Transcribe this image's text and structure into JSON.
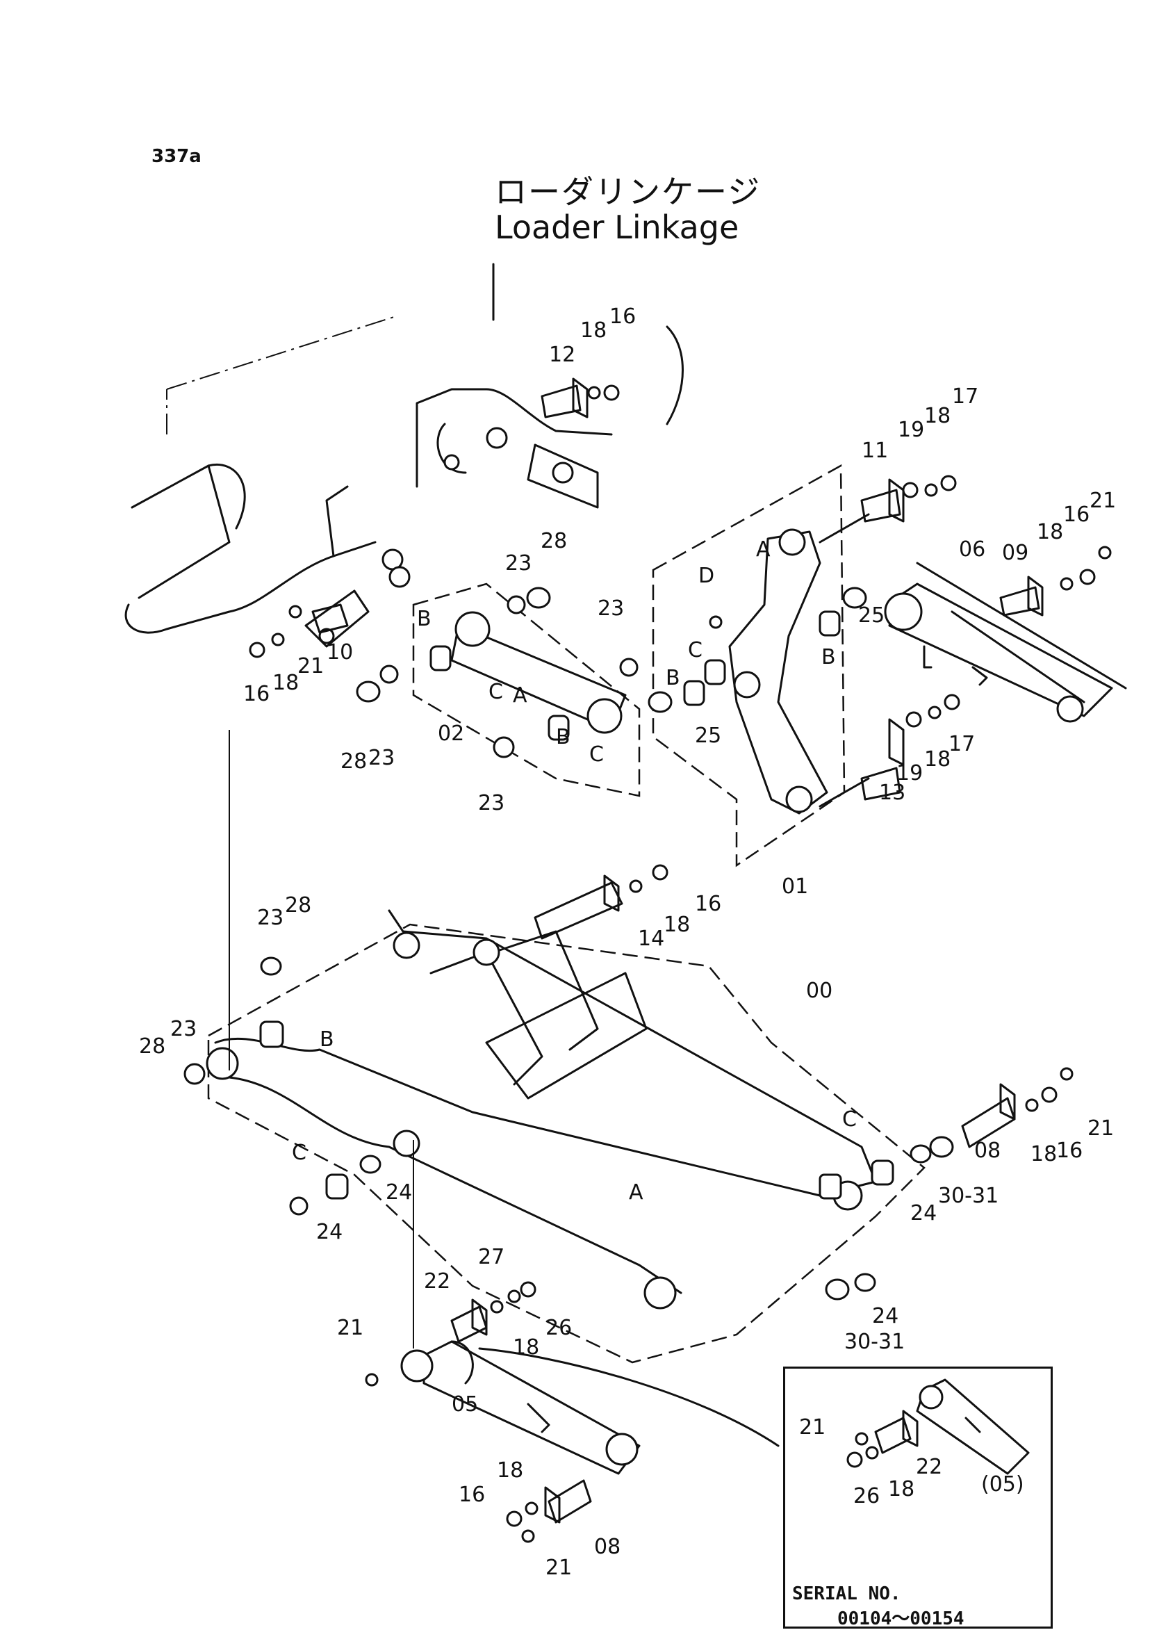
{
  "page_number": "337a",
  "title_jp": "ローダリンケージ",
  "title_en": "Loader Linkage",
  "inset": {
    "serial_label": "SERIAL NO.",
    "serial_range": "00104～00154"
  },
  "callouts": [
    {
      "id": "c1",
      "text": "12"
    },
    {
      "id": "c2",
      "text": "18"
    },
    {
      "id": "c3",
      "text": "16"
    },
    {
      "id": "c4",
      "text": "11"
    },
    {
      "id": "c5",
      "text": "19"
    },
    {
      "id": "c6",
      "text": "18"
    },
    {
      "id": "c7",
      "text": "17"
    },
    {
      "id": "c8",
      "text": "21"
    },
    {
      "id": "c9",
      "text": "16"
    },
    {
      "id": "c10",
      "text": "18"
    },
    {
      "id": "c11",
      "text": "06"
    },
    {
      "id": "c12",
      "text": "09"
    },
    {
      "id": "c13",
      "text": "A"
    },
    {
      "id": "c14",
      "text": "D"
    },
    {
      "id": "c15",
      "text": "28"
    },
    {
      "id": "c16",
      "text": "23"
    },
    {
      "id": "c17",
      "text": "23"
    },
    {
      "id": "c18",
      "text": "B"
    },
    {
      "id": "c19",
      "text": "C"
    },
    {
      "id": "c20",
      "text": "B"
    },
    {
      "id": "c21",
      "text": "25"
    },
    {
      "id": "c22",
      "text": "B"
    },
    {
      "id": "c23",
      "text": "C"
    },
    {
      "id": "c24",
      "text": "A"
    },
    {
      "id": "c25",
      "text": "25"
    },
    {
      "id": "c26",
      "text": "17"
    },
    {
      "id": "c27",
      "text": "18"
    },
    {
      "id": "c28",
      "text": "19"
    },
    {
      "id": "c29",
      "text": "13"
    },
    {
      "id": "c30",
      "text": "01"
    },
    {
      "id": "c31",
      "text": "16"
    },
    {
      "id": "c32",
      "text": "18"
    },
    {
      "id": "c33",
      "text": "21"
    },
    {
      "id": "c34",
      "text": "10"
    },
    {
      "id": "c35",
      "text": "28"
    },
    {
      "id": "c36",
      "text": "23"
    },
    {
      "id": "c37",
      "text": "02"
    },
    {
      "id": "c38",
      "text": "B"
    },
    {
      "id": "c39",
      "text": "C"
    },
    {
      "id": "c40",
      "text": "23"
    },
    {
      "id": "c41",
      "text": "16"
    },
    {
      "id": "c42",
      "text": "18"
    },
    {
      "id": "c43",
      "text": "14"
    },
    {
      "id": "c44",
      "text": "23"
    },
    {
      "id": "c45",
      "text": "28"
    },
    {
      "id": "c46",
      "text": "00"
    },
    {
      "id": "c47",
      "text": "B"
    },
    {
      "id": "c48",
      "text": "28"
    },
    {
      "id": "c49",
      "text": "23"
    },
    {
      "id": "c50",
      "text": "21"
    },
    {
      "id": "c51",
      "text": "16"
    },
    {
      "id": "c52",
      "text": "18"
    },
    {
      "id": "c53",
      "text": "08"
    },
    {
      "id": "c54",
      "text": "C"
    },
    {
      "id": "c55",
      "text": "30-31"
    },
    {
      "id": "c56",
      "text": "24"
    },
    {
      "id": "c57",
      "text": "A"
    },
    {
      "id": "c58",
      "text": "C"
    },
    {
      "id": "c59",
      "text": "24"
    },
    {
      "id": "c60",
      "text": "24"
    },
    {
      "id": "c61",
      "text": "27"
    },
    {
      "id": "c62",
      "text": "22"
    },
    {
      "id": "c63",
      "text": "26"
    },
    {
      "id": "c64",
      "text": "18"
    },
    {
      "id": "c65",
      "text": "21"
    },
    {
      "id": "c66",
      "text": "24"
    },
    {
      "id": "c67",
      "text": "30-31"
    },
    {
      "id": "c68",
      "text": "05"
    },
    {
      "id": "c69",
      "text": "18"
    },
    {
      "id": "c70",
      "text": "16"
    },
    {
      "id": "c71",
      "text": "08"
    },
    {
      "id": "c72",
      "text": "21"
    },
    {
      "id": "c73",
      "text": "21"
    },
    {
      "id": "c74",
      "text": "22"
    },
    {
      "id": "c75",
      "text": "26"
    },
    {
      "id": "c76",
      "text": "18"
    },
    {
      "id": "c77",
      "text": "(05)"
    }
  ]
}
